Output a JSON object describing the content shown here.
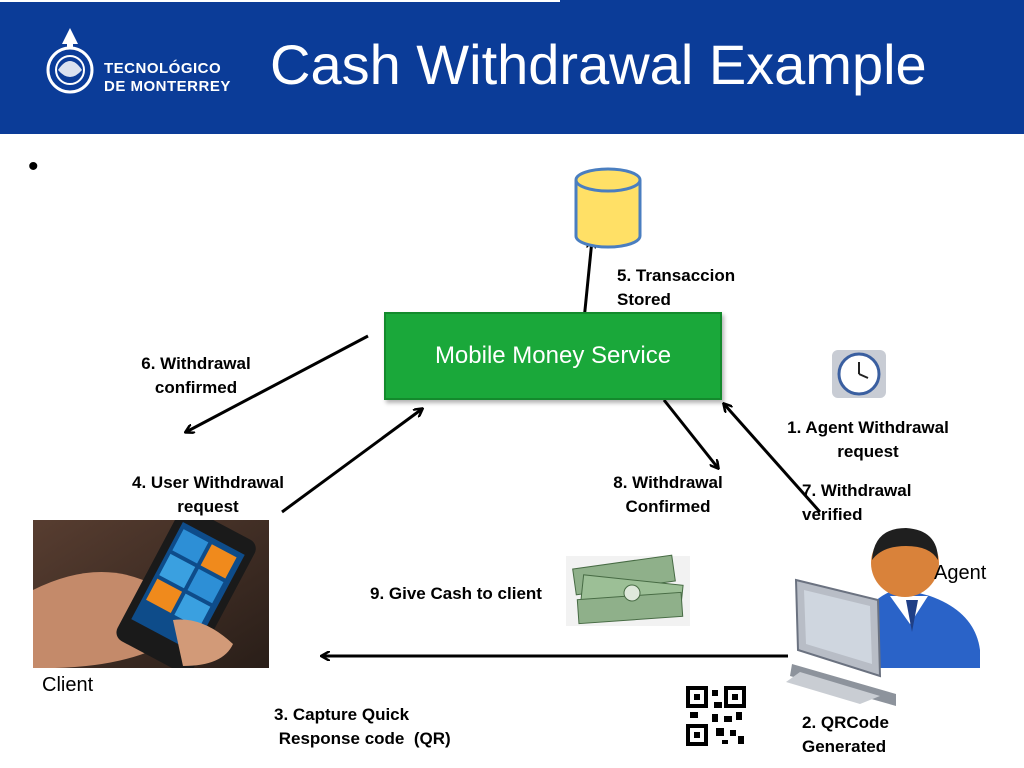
{
  "header": {
    "title": "Cash Withdrawal Example",
    "logo_line1": "TECNOLÓGICO",
    "logo_line2": "DE MONTERREY",
    "background_color": "#0b3c98"
  },
  "bullet": "•",
  "service": {
    "label": "Mobile Money Service",
    "color": "#1aa83a"
  },
  "database": {
    "icon": "database-cylinder-icon",
    "color": "#ffe066"
  },
  "steps": {
    "step1_line1": "1. Agent  Withdrawal",
    "step1_line2": "request",
    "step2_line1": "2. QRCode",
    "step2_line2": "Generated",
    "step3_line1": "3. Capture  Quick",
    "step3_line2": " Response code  (QR)",
    "step4_line1": "4. User  Withdrawal",
    "step4_line2": "request",
    "step5_line1": "5. Transaccion",
    "step5_line2": "Stored",
    "step6_line1": "6. Withdrawal",
    "step6_line2": "confirmed",
    "step7_line1": "7. Withdrawal",
    "step7_line2": "verified",
    "step8_line1": "8. Withdrawal",
    "step8_line2": "Confirmed",
    "step9": "9. Give Cash to client"
  },
  "actors": {
    "client": "Client",
    "agent": "Agent"
  },
  "icons": [
    "clock-icon",
    "cash-money-icon",
    "qr-code-icon",
    "agent-computer-icon",
    "client-phone-photo"
  ]
}
